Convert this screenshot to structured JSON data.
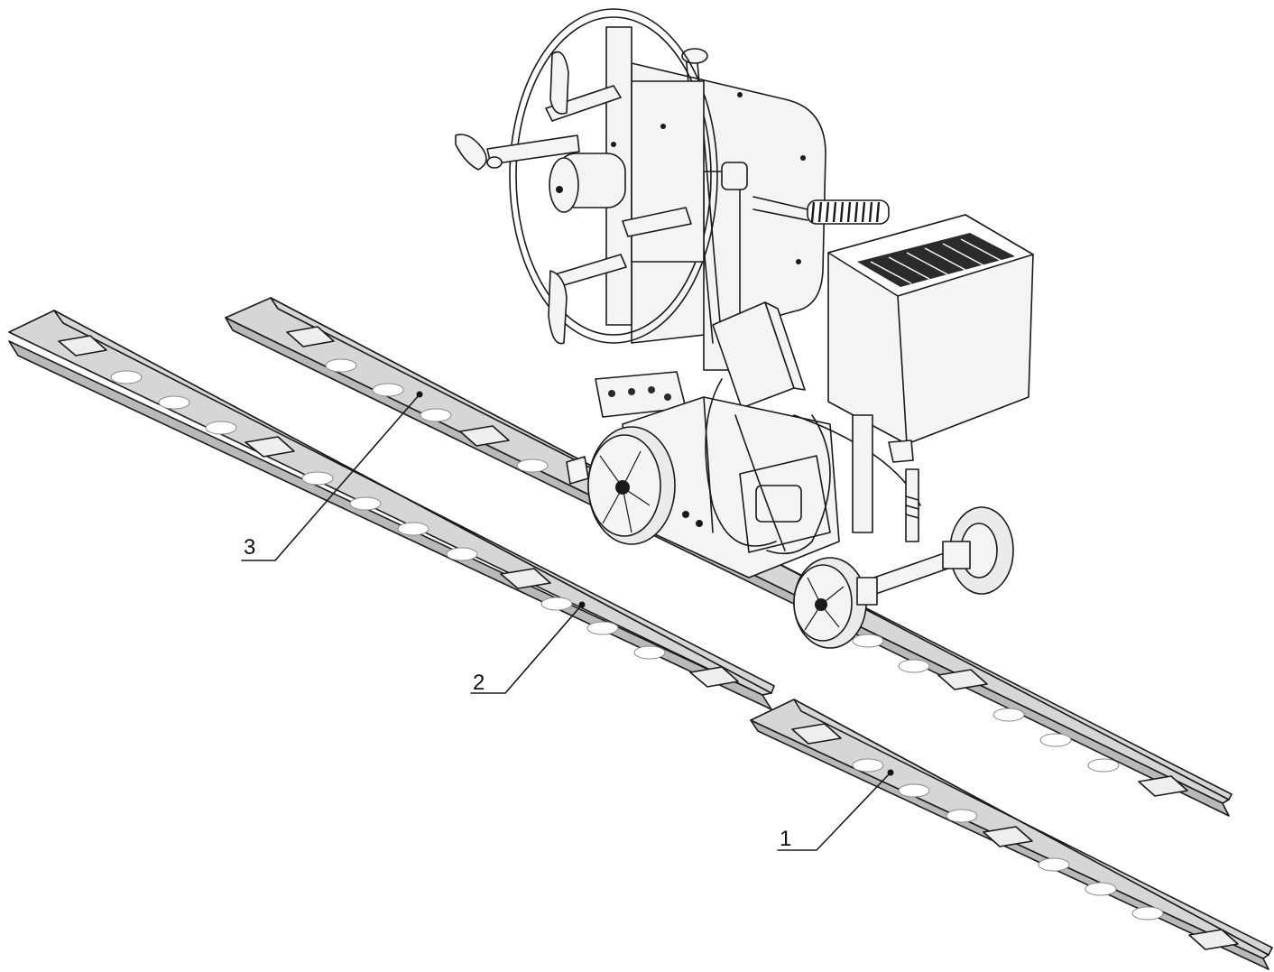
{
  "figure": {
    "callouts": [
      {
        "id": "1",
        "label": "1"
      },
      {
        "id": "2",
        "label": "2"
      },
      {
        "id": "3",
        "label": "3"
      }
    ],
    "colors": {
      "line": "#1a1a1a",
      "rail_top": "#d6d6d6",
      "rail_side": "#b9b9b9",
      "machine": "#f4f4f4",
      "wheel": "#ebebeb",
      "hopper_slats": "#2b2b2b"
    }
  }
}
